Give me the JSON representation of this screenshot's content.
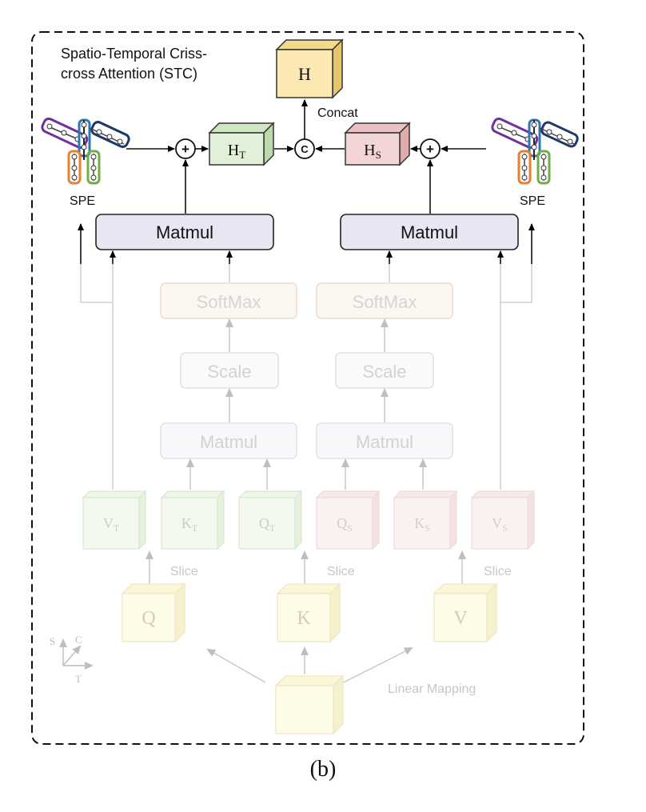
{
  "title_line1": "Spatio-Temporal Criss-",
  "title_line2": "cross Attention (STC)",
  "caption": "(b)",
  "labels": {
    "matmul_top": "Matmul",
    "softmax": "SoftMax",
    "scale": "Scale",
    "matmul_mid": "Matmul",
    "spe": "SPE",
    "concat": "Concat",
    "slice": "Slice",
    "linear_mapping": "Linear Mapping",
    "concat_symbol": "C",
    "plus_symbol": "+"
  },
  "cubes": {
    "h": {
      "main": "H",
      "sub": ""
    },
    "h_t": {
      "main": "H",
      "sub": "T"
    },
    "h_s": {
      "main": "H",
      "sub": "S"
    },
    "v_t": {
      "main": "V",
      "sub": "T"
    },
    "k_t": {
      "main": "K",
      "sub": "T"
    },
    "q_t": {
      "main": "Q",
      "sub": "T"
    },
    "q_s": {
      "main": "Q",
      "sub": "S"
    },
    "k_s": {
      "main": "K",
      "sub": "S"
    },
    "v_s": {
      "main": "V",
      "sub": "S"
    },
    "q": {
      "main": "Q",
      "sub": ""
    },
    "k": {
      "main": "K",
      "sub": ""
    },
    "v": {
      "main": "V",
      "sub": ""
    }
  },
  "axes": {
    "s": "S",
    "c": "C",
    "t": "T"
  },
  "colors": {
    "h": "#fbe8b3",
    "h_t": "#e1f0d9",
    "h_s": "#f4d5d5",
    "matmul_top": "#e8e6f3",
    "faded_green": "#f3f9ef",
    "faded_pink": "#fbf1f1",
    "faded_yellow": "#fefbe6",
    "spe_purple": "#7030a0",
    "spe_blue": "#2e75b6",
    "spe_navy": "#1f3864",
    "spe_orange": "#ed7d31",
    "spe_green": "#70ad47"
  }
}
